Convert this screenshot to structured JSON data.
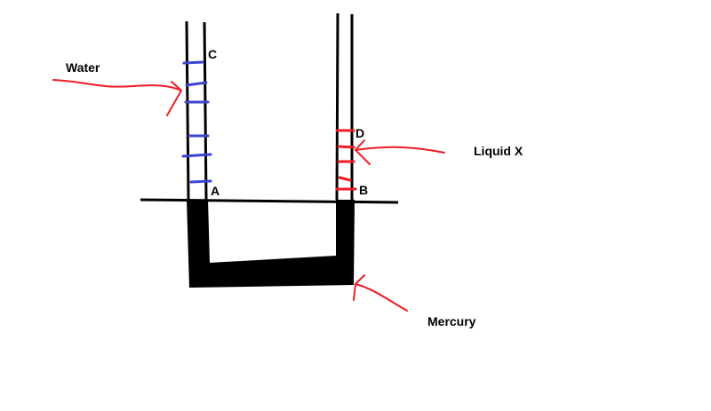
{
  "labels": {
    "water": "Water",
    "liquid_x": "Liquid X",
    "mercury": "Mercury",
    "point_a": "A",
    "point_b": "B",
    "point_c": "C",
    "point_d": "D"
  },
  "colors": {
    "water": "#3c45d0",
    "liquid_x": "#ee1c24",
    "arrows": "#ee1c24",
    "tube": "#000000"
  }
}
